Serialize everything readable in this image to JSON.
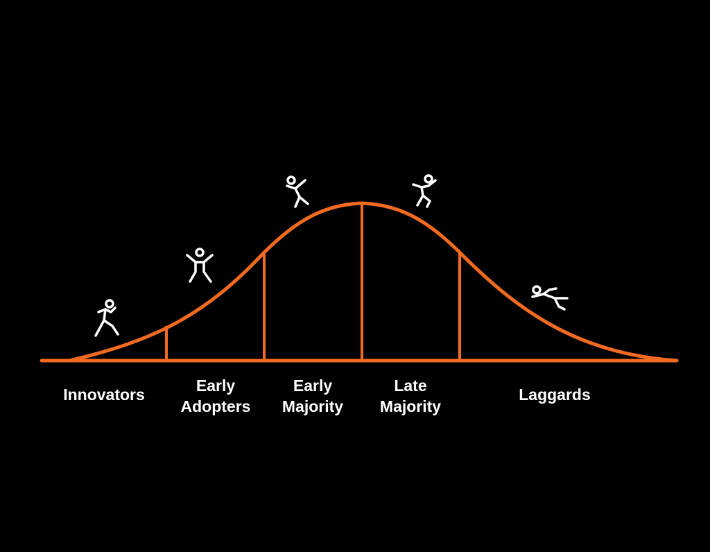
{
  "diagram": {
    "colors": {
      "background": "#000000",
      "curve": "#f26b21",
      "text": "#ffffff",
      "icons": "#ffffff"
    },
    "segments": [
      {
        "lines": [
          "Innovators"
        ],
        "icon": "running-person-icon"
      },
      {
        "lines": [
          "Early",
          "Adopters"
        ],
        "icon": "jumping-person-icon"
      },
      {
        "lines": [
          "Early",
          "Majority"
        ],
        "icon": "leaping-person-icon"
      },
      {
        "lines": [
          "Late",
          "Majority"
        ],
        "icon": "jumping-person-icon"
      },
      {
        "lines": [
          "Laggards"
        ],
        "icon": "crawling-person-icon"
      }
    ]
  }
}
